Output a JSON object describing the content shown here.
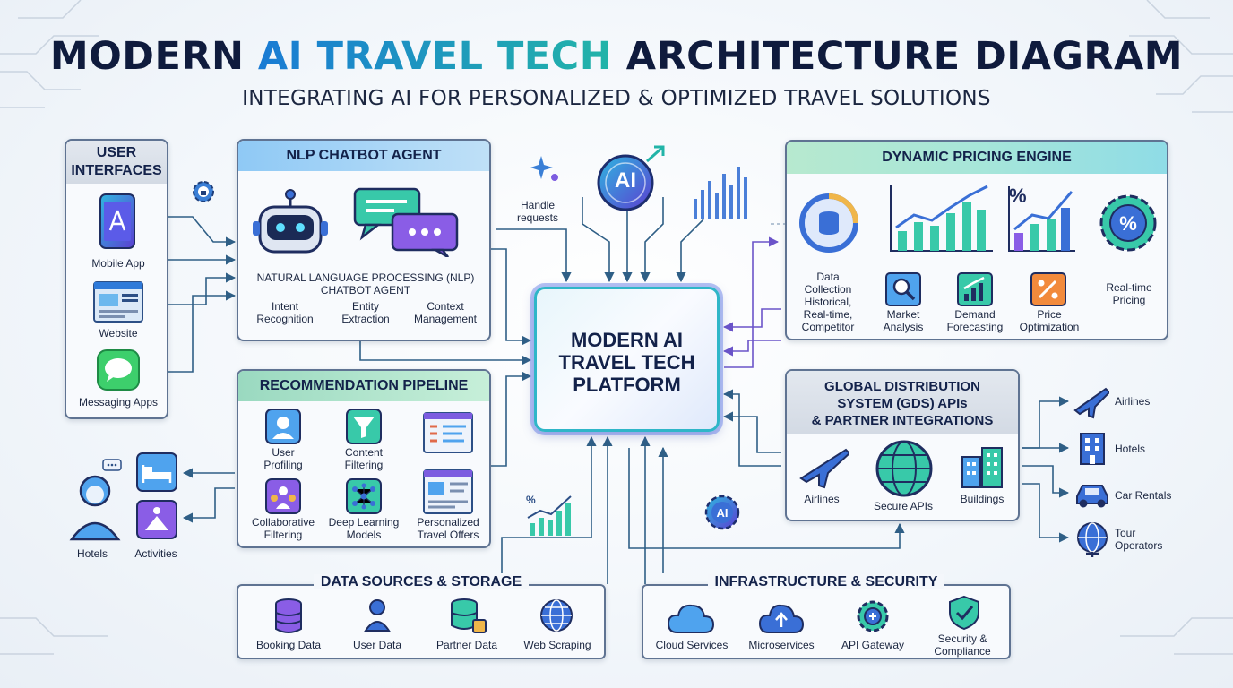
{
  "title": {
    "part1": "MODERN ",
    "part2": "AI TRAVEL TECH",
    "part3": " ARCHITECTURE DIAGRAM"
  },
  "subtitle": "INTEGRATING AI FOR PERSONALIZED & OPTIMIZED TRAVEL SOLUTIONS",
  "colors": {
    "navy": "#13224a",
    "teal": "#22b4a8",
    "blue": "#1a7bd4",
    "purple": "#7c5ce0",
    "wire": "#3f6e8f"
  },
  "user_interfaces": {
    "title": "USER\nINTERFACES",
    "items": [
      {
        "label": "Mobile App",
        "icon": "mobile-app-icon"
      },
      {
        "label": "Website",
        "icon": "website-icon"
      },
      {
        "label": "Messaging Apps",
        "icon": "messaging-icon"
      }
    ]
  },
  "nlp": {
    "title": "NLP CHATBOT AGENT",
    "description": "NATURAL LANGUAGE PROCESSING (NLP)\nCHATBOT AGENT",
    "features": [
      "Intent\nRecognition",
      "Entity\nExtraction",
      "Context\nManagement"
    ]
  },
  "handle_requests": "Handle\nrequests",
  "core": {
    "title": "MODERN AI\nTRAVEL TECH\nPLATFORM",
    "ai_badge": "AI"
  },
  "recommendation": {
    "title": "RECOMMENDATION PIPELINE",
    "steps": [
      "User\nProfiling",
      "Content\nFiltering",
      "Collaborative\nFiltering",
      "Deep Learning\nModels",
      "Personalized\nTravel Offers"
    ]
  },
  "left_outputs": [
    "Hotels",
    "Activities"
  ],
  "pricing": {
    "title": "DYNAMIC PRICING ENGINE",
    "steps": [
      "Data\nCollection\nHistorical,\nReal-time,\nCompetitor",
      "Market\nAnalysis",
      "Demand\nForecasting",
      "Price\nOptimization",
      "Real-time\nPricing"
    ]
  },
  "gds": {
    "title": "GLOBAL DISTRIBUTION\nSYSTEM (GDS) APIs\n& PARTNER INTEGRATIONS",
    "items": [
      "Airlines",
      "Secure APIs",
      "Buildings"
    ]
  },
  "partners": [
    "Airlines",
    "Hotels",
    "Car Rentals",
    "Tour\nOperators"
  ],
  "data_sources": {
    "title": "DATA SOURCES & STORAGE",
    "items": [
      "Booking Data",
      "User Data",
      "Partner Data",
      "Web Scraping"
    ]
  },
  "infrastructure": {
    "title": "INFRASTRUCTURE & SECURITY",
    "items": [
      "Cloud Services",
      "Microservices",
      "API Gateway",
      "Security &\nCompliance"
    ]
  }
}
